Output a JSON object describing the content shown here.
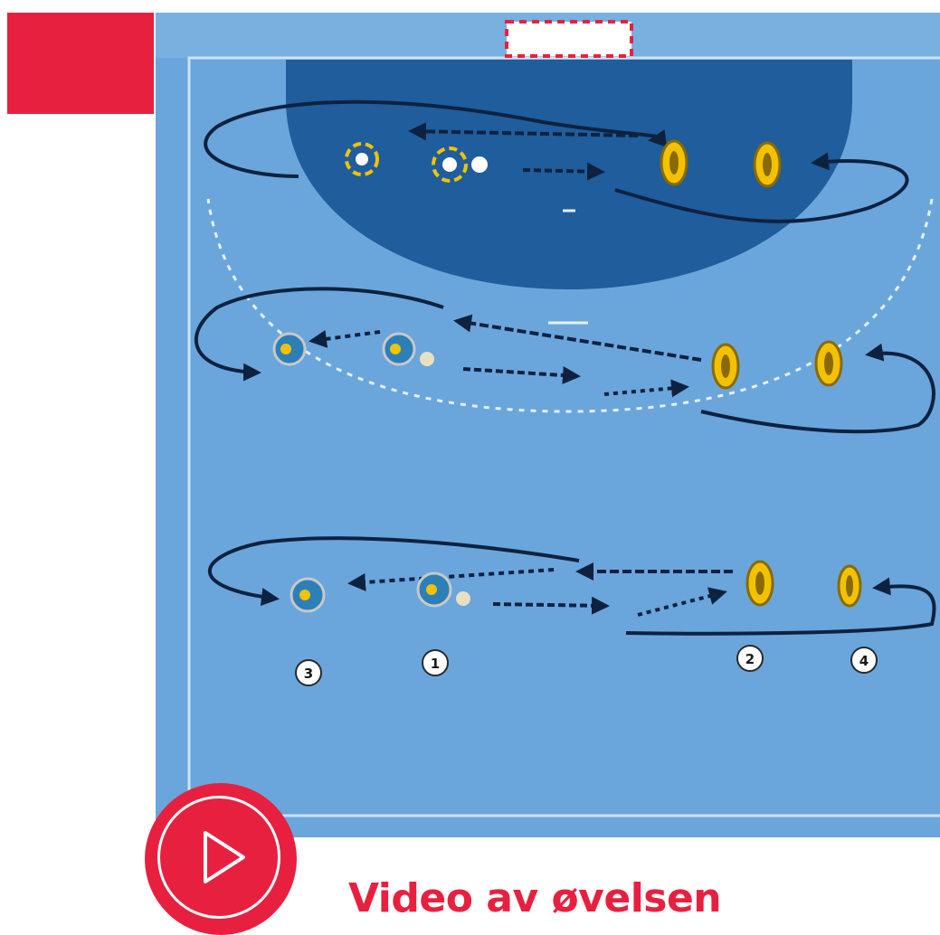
{
  "colors": {
    "accent": "#e8203f",
    "court": "#6aa6dc",
    "court_border": "#87b6e2",
    "goal_area": "#1f5d9c",
    "line": "#0e2240",
    "white": "#ffffff",
    "attacker": "#f2c200",
    "attacker_dark": "#8a6a00",
    "defender": "#2d7fb8"
  },
  "video_link": {
    "label": "Video av øvelsen",
    "icon": "play-icon"
  },
  "player_numbers": [
    "3",
    "1",
    "2",
    "4"
  ],
  "icons": {
    "goal": "handball-goal",
    "attacker": "yellow-player-icon",
    "defender": "blue-player-icon",
    "ball": "ball-icon"
  }
}
